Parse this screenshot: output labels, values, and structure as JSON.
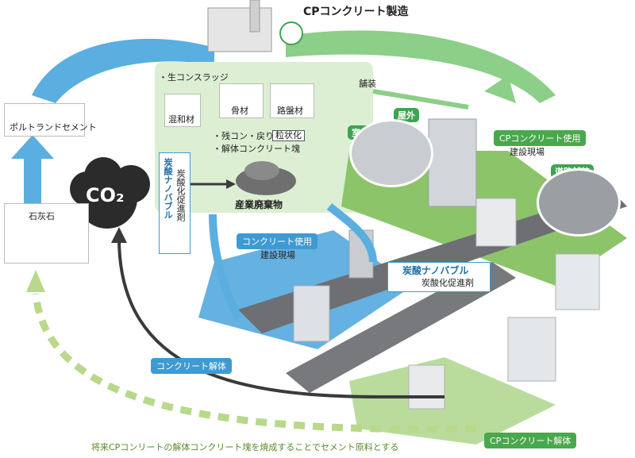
{
  "title": "CPコンクリート製造",
  "left": {
    "cement": "ポルトランドセメント",
    "limestone": "石灰石",
    "co2": "CO₂"
  },
  "center": {
    "sludge": "・生コンスラッジ",
    "mix": "混和材",
    "aggregate": "骨材",
    "roadbed": "路盤材",
    "paving": "舗装",
    "granular": "粒状化",
    "residue": "・残コン・戻りコン",
    "demolition_block": "・解体コンクリート塊",
    "industrial_waste": "産業廃棄物"
  },
  "agent_left": {
    "line1": "炭酸ナノバブル",
    "line2": "炭酸化促進剤"
  },
  "agent_right": {
    "line1": "炭酸ナノバブル",
    "line2": "炭酸化促進剤"
  },
  "right": {
    "cp_use": "CPコンクリート使用",
    "cp_use_site": "建設現場",
    "indoor": "室内",
    "outdoor": "屋外",
    "road_paving": "道路舗装"
  },
  "middle_site": {
    "concrete_use": "コンクリート使用",
    "site": "建設現場",
    "demolish": "コンクリート解体"
  },
  "bottom": {
    "cp_demolish": "CPコンクリート解体",
    "future_note": "将来CPコンリートの解体コンクリート塊を焼成することでセメント原料とする"
  },
  "colors": {
    "blue_arrow": "#5aaee0",
    "green_arrow": "#7cc47a",
    "green_panel": "#dcefd3",
    "ground_green": "#8cc46a",
    "road": "#6d6f73",
    "water": "#4aa3dc",
    "co2_cloud": "#2b2b2b",
    "dashed_arrow": "#b8d98a",
    "tag_green": "#3fa350",
    "tag_blue": "#3f9ad2"
  }
}
